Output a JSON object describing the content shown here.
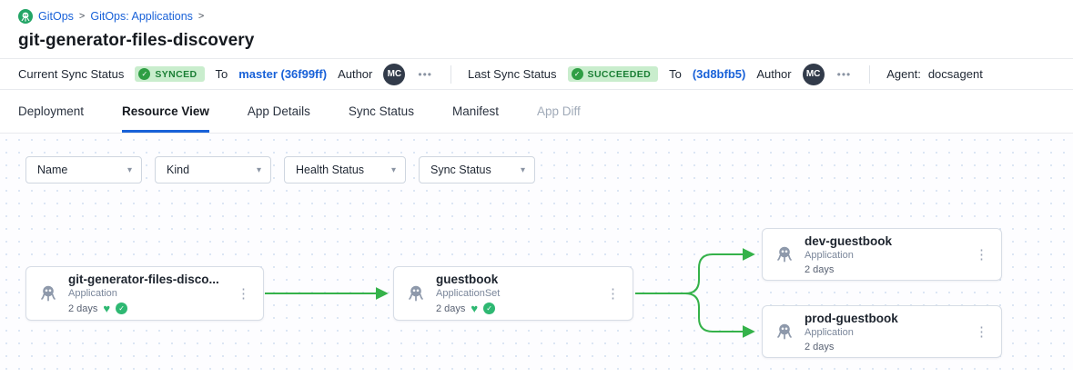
{
  "glyphs": {
    "check": "✓",
    "chevron": "▾",
    "kebab": "⋮",
    "heart": "♥",
    "more": "•••",
    "sep": ">"
  },
  "breadcrumb": {
    "item1": "GitOps",
    "item2": "GitOps: Applications"
  },
  "page": {
    "title": "git-generator-files-discovery"
  },
  "status_bar": {
    "current_label": "Current Sync Status",
    "current_badge": "SYNCED",
    "current_to": "To",
    "current_revision": "master (36f99ff)",
    "current_author_label": "Author",
    "current_avatar": "MC",
    "last_label": "Last Sync Status",
    "last_badge": "SUCCEEDED",
    "last_to": "To",
    "last_revision": "(3d8bfb5)",
    "last_author_label": "Author",
    "last_avatar": "MC",
    "agent_label": "Agent:",
    "agent_value": "docsagent"
  },
  "tabs": {
    "t1": "Deployment",
    "t2": "Resource View",
    "t3": "App Details",
    "t4": "Sync Status",
    "t5": "Manifest",
    "t6": "App Diff"
  },
  "filters": {
    "f1": "Name",
    "f2": "Kind",
    "f3": "Health Status",
    "f4": "Sync Status"
  },
  "graph": {
    "nodes": [
      {
        "title": "git-generator-files-disco...",
        "kind": "Application",
        "age": "2 days",
        "healthy": true,
        "synced": true
      },
      {
        "title": "guestbook",
        "kind": "ApplicationSet",
        "age": "2 days",
        "healthy": true,
        "synced": true
      },
      {
        "title": "dev-guestbook",
        "kind": "Application",
        "age": "2 days"
      },
      {
        "title": "prod-guestbook",
        "kind": "Application",
        "age": "2 days"
      }
    ]
  },
  "colors": {
    "accent_blue": "#1861d8",
    "edge_green": "#35b24a",
    "badge_bg": "#c9edcd",
    "badge_text": "#1b7f35"
  }
}
